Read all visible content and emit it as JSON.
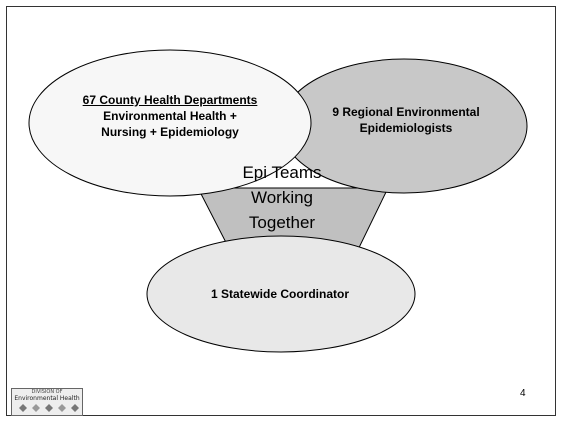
{
  "diagram": {
    "county": {
      "title": "67 County Health Departments",
      "line1": "Environmental Health +",
      "line2": "Nursing + Epidemiology"
    },
    "regional": {
      "line1": "9 Regional Environmental",
      "line2": "Epidemiologists"
    },
    "center": {
      "line1": "Epi Teams",
      "line2": "Working",
      "line3": "Together"
    },
    "coordinator": {
      "label": "1 Statewide Coordinator"
    }
  },
  "footer": {
    "page_number": "4",
    "logo_line1": "DIVISION OF",
    "logo_line2": "Environmental Health"
  },
  "colors": {
    "county_fill": "#f7f7f7",
    "regional_fill": "#c8c8c8",
    "triangle_fill": "#c0c0c0",
    "coordinator_fill": "#e8e8e8",
    "stroke": "#000000"
  }
}
